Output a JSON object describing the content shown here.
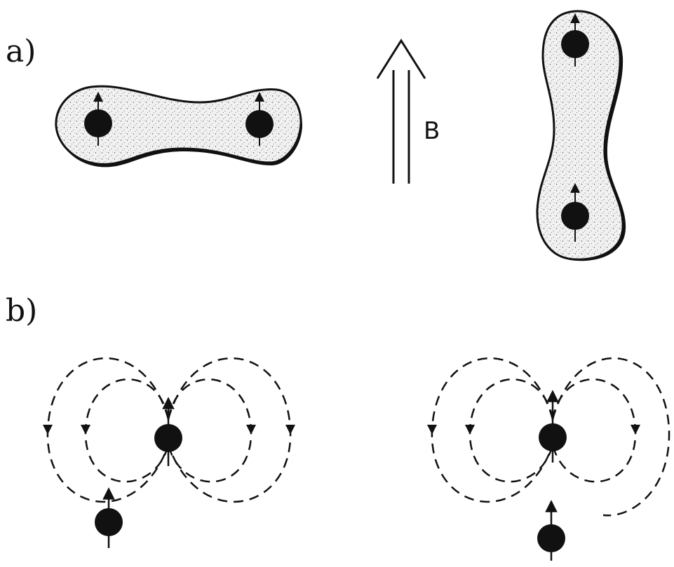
{
  "panels": {
    "a": {
      "label": "a)"
    },
    "b": {
      "label": "b)"
    }
  },
  "field": {
    "label": "B"
  },
  "colors": {
    "ink": "#111111",
    "fill": "#ececec",
    "background": "#ffffff"
  }
}
